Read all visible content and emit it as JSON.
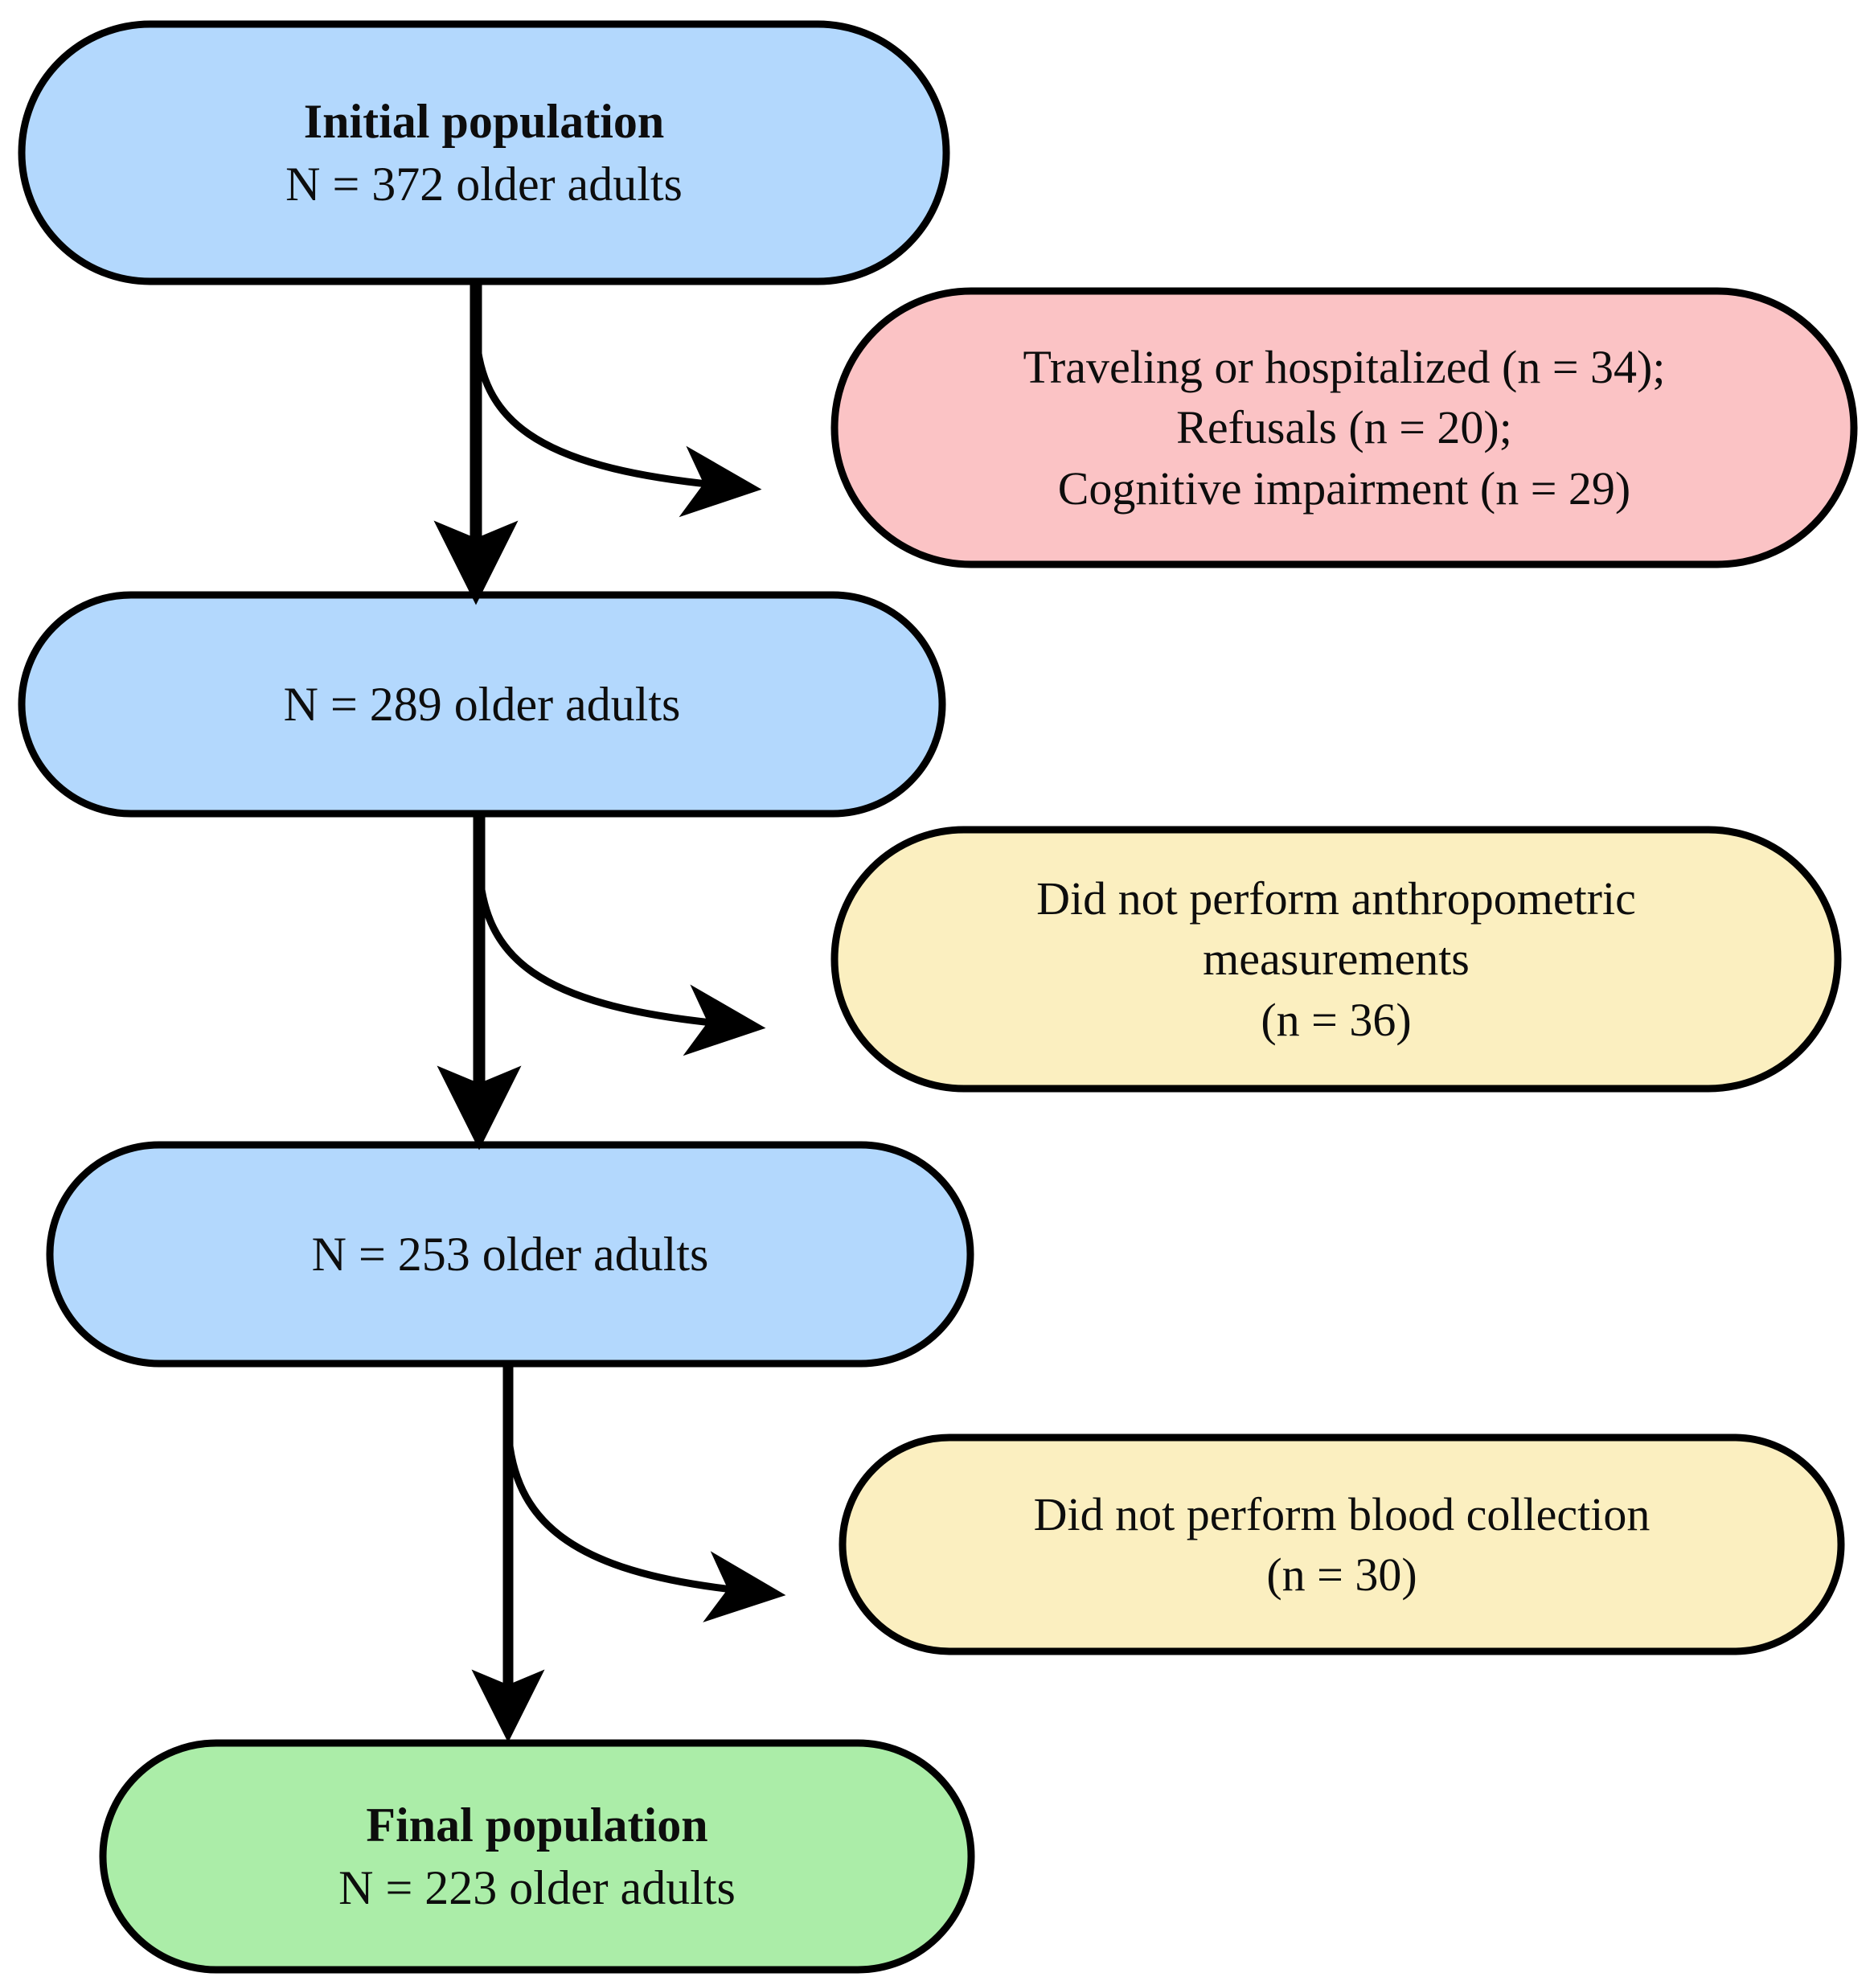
{
  "diagram": {
    "type": "flowchart",
    "title_visible": false,
    "background_color": "#ffffff",
    "stroke_color": "#000000",
    "palette": {
      "blue": "#b3d8fd",
      "pink": "#fbc3c5",
      "yellow": "#fbefc0",
      "green": "#abeda8",
      "outline": "#000000",
      "text": "#0d0d0d"
    },
    "nodes": [
      {
        "id": "initial-population",
        "shape": "pill",
        "fill": "#b3d8fd",
        "lines": [
          {
            "text": "Initial population",
            "bold": true
          },
          {
            "text": "N = 372 older adults",
            "bold": false
          }
        ]
      },
      {
        "id": "exclusion-1",
        "shape": "pill",
        "fill": "#fbc3c5",
        "lines": [
          {
            "text": "Traveling or hospitalized (n = 34);",
            "bold": false
          },
          {
            "text": "Refusals (n = 20);",
            "bold": false
          },
          {
            "text": "Cognitive impairment (n = 29)",
            "bold": false
          }
        ]
      },
      {
        "id": "stage-2",
        "shape": "pill",
        "fill": "#b3d8fd",
        "lines": [
          {
            "text": "N = 289 older adults",
            "bold": false
          }
        ]
      },
      {
        "id": "exclusion-2",
        "shape": "pill",
        "fill": "#fbefc0",
        "lines": [
          {
            "text": "Did not perform anthropometric",
            "bold": false
          },
          {
            "text": "measurements",
            "bold": false
          },
          {
            "text": "(n = 36)",
            "bold": false
          }
        ]
      },
      {
        "id": "stage-3",
        "shape": "pill",
        "fill": "#b3d8fd",
        "lines": [
          {
            "text": "N = 253 older adults",
            "bold": false
          }
        ]
      },
      {
        "id": "exclusion-3",
        "shape": "pill",
        "fill": "#fbefc0",
        "lines": [
          {
            "text": "Did not perform blood collection",
            "bold": false
          },
          {
            "text": "(n = 30)",
            "bold": false
          }
        ]
      },
      {
        "id": "final-population",
        "shape": "pill",
        "fill": "#abeda8",
        "lines": [
          {
            "text": "Final population",
            "bold": true
          },
          {
            "text": "N = 223 older adults",
            "bold": false
          }
        ]
      }
    ],
    "connectors": [
      {
        "id": "flow-1",
        "kind": "straight-down",
        "from": "initial-population",
        "to": "stage-2"
      },
      {
        "id": "branch-1",
        "kind": "curved-right",
        "from": "initial-population",
        "to": "exclusion-1"
      },
      {
        "id": "flow-2",
        "kind": "straight-down",
        "from": "stage-2",
        "to": "stage-3"
      },
      {
        "id": "branch-2",
        "kind": "curved-right",
        "from": "stage-2",
        "to": "exclusion-2"
      },
      {
        "id": "flow-3",
        "kind": "straight-down",
        "from": "stage-3",
        "to": "final-population"
      },
      {
        "id": "branch-3",
        "kind": "curved-right",
        "from": "stage-3",
        "to": "exclusion-3"
      }
    ],
    "counts": {
      "initial": 372,
      "excluded_traveling_or_hospitalized": 34,
      "excluded_refusals": 20,
      "excluded_cognitive_impairment": 29,
      "after_exclusion_1": 289,
      "excluded_no_anthropometric": 36,
      "after_exclusion_2": 253,
      "excluded_no_blood_collection": 30,
      "final": 223
    }
  }
}
